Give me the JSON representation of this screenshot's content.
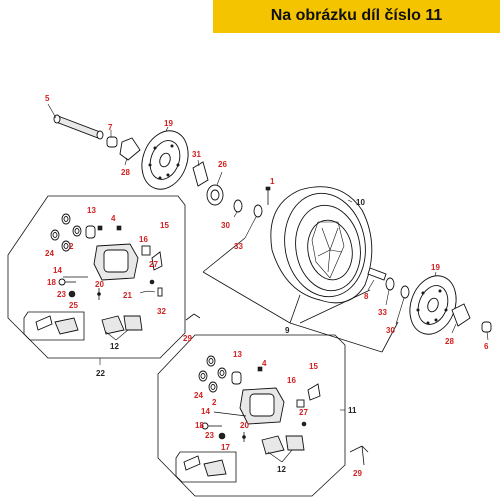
{
  "banner": {
    "text": "Na obrázku díl číslo 11"
  },
  "callouts": {
    "p1": "1",
    "p2a": "2",
    "p2b": "2",
    "p4a": "4",
    "p4b": "4",
    "p5": "5",
    "p6": "6",
    "p7": "7",
    "p8": "8",
    "p9": "9",
    "p10": "10",
    "p11": "11",
    "p12a": "12",
    "p12b": "12",
    "p13a": "13",
    "p13b": "13",
    "p14a": "14",
    "p14b": "14",
    "p15a": "15",
    "p15b": "15",
    "p16a": "16",
    "p16b": "16",
    "p17": "17",
    "p18a": "18",
    "p18b": "18",
    "p19a": "19",
    "p19b": "19",
    "p20a": "20",
    "p20b": "20",
    "p21": "21",
    "p22": "22",
    "p23a": "23",
    "p23b": "23",
    "p24a": "24",
    "p24b": "24",
    "p25": "25",
    "p26": "26",
    "p27a": "27",
    "p27b": "27",
    "p28a": "28",
    "p28b": "28",
    "p29a": "29",
    "p29b": "29",
    "p30a": "30",
    "p30b": "30",
    "p31": "31",
    "p32": "32",
    "p33a": "33",
    "p33b": "33"
  }
}
